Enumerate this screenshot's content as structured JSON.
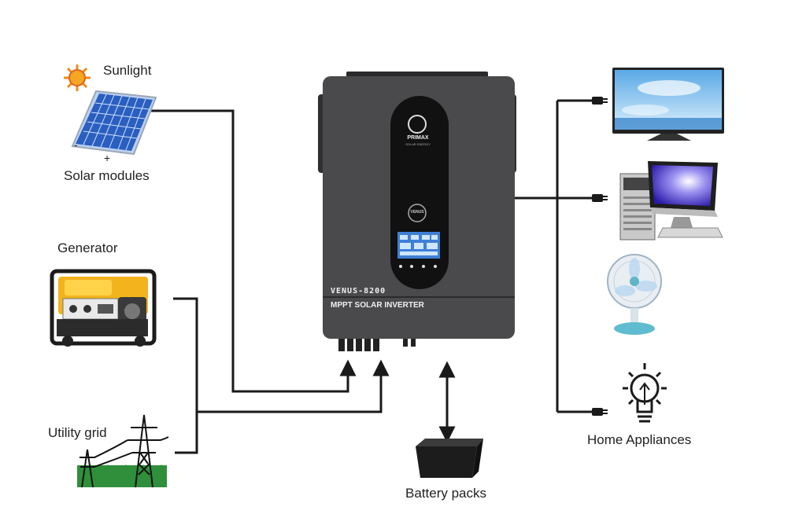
{
  "labels": {
    "sunlight": "Sunlight",
    "solar_modules": "Solar modules",
    "generator": "Generator",
    "utility_grid": "Utility grid",
    "battery_packs": "Battery packs",
    "home_appliances": "Home Appliances",
    "minus": "-",
    "plus": "+"
  },
  "inverter": {
    "brand": "PRIMAX",
    "brand_sub": "SOLAR ENERGY",
    "badge": "VENUS",
    "model": "VENUS-8200",
    "type": "MPPT SOLAR INVERTER"
  },
  "colors": {
    "inverter_body": "#4a4a4c",
    "inverter_panel": "#111111",
    "wire": "#1a1a1a",
    "generator": "#f2b31c",
    "grass": "#2f8f3a",
    "sun": "#f08a1c",
    "solar_panel": "#2a5fbf",
    "screen_blue": "#3f7fd6"
  },
  "icons": [
    "sun-icon",
    "solar-panel-icon",
    "generator-icon",
    "pylon-icon",
    "battery-icon",
    "tv-icon",
    "computer-icon",
    "fan-icon",
    "bulb-icon",
    "plug-icon"
  ]
}
